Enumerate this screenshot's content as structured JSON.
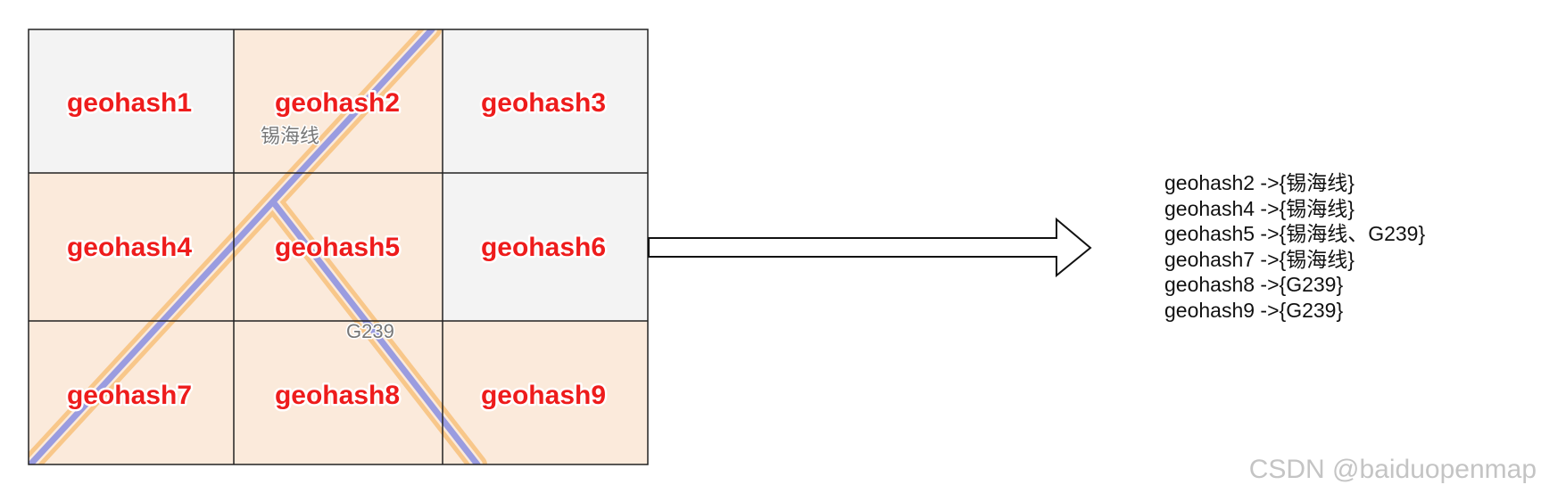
{
  "colors": {
    "cell_gray": "#f3f3f3",
    "cell_peach": "#fbeadb",
    "grid_border": "#222222",
    "road_casing": "#f8c78a",
    "road_line": "#9a9ce0",
    "label_red": "#ee1c1c",
    "road_label_gray": "#777777",
    "arrow_stroke": "#111111",
    "watermark": "#c4c4c4"
  },
  "grid": {
    "cells": [
      {
        "label": "geohash1",
        "covered": false
      },
      {
        "label": "geohash2",
        "covered": true
      },
      {
        "label": "geohash3",
        "covered": false
      },
      {
        "label": "geohash4",
        "covered": true
      },
      {
        "label": "geohash5",
        "covered": true
      },
      {
        "label": "geohash6",
        "covered": false
      },
      {
        "label": "geohash7",
        "covered": true
      },
      {
        "label": "geohash8",
        "covered": true
      },
      {
        "label": "geohash9",
        "covered": true
      }
    ],
    "roads": [
      {
        "name": "锡海线"
      },
      {
        "name": "G239"
      }
    ]
  },
  "mapping": {
    "lines": [
      "geohash2 ->{锡海线}",
      "geohash4 ->{锡海线}",
      "geohash5 ->{锡海线、G239}",
      "geohash7 ->{锡海线}",
      "geohash8 ->{G239}",
      "geohash9 ->{G239}"
    ]
  },
  "watermark": "CSDN @baiduopenmap"
}
